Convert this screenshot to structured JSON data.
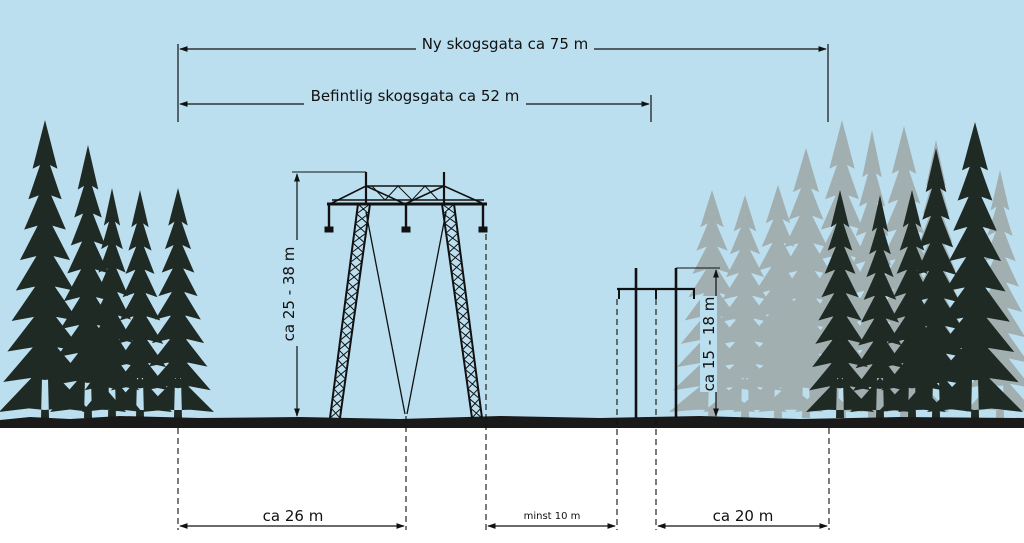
{
  "colors": {
    "sky": "#bcdff0",
    "ground": "#1a1a1a",
    "below_ground": "#ffffff",
    "tree_dark": "#1f2a24",
    "tree_faded": "#9a9f9b",
    "line": "#111111"
  },
  "dimensions": {
    "new_corridor": "Ny skogsgata ca 75 m",
    "existing_corridor": "Befintlig skogsgata ca 52 m",
    "large_tower_height": "ca 25 - 38 m",
    "small_tower_height": "ca 15 - 18 m",
    "left_span": "ca 26 m",
    "min_gap": "minst 10 m",
    "right_span": "ca 20 m"
  },
  "icons": {
    "large_tower": "lattice-pylon-icon",
    "small_tower": "h-frame-pole-icon",
    "trees": "spruce-tree-icon"
  }
}
